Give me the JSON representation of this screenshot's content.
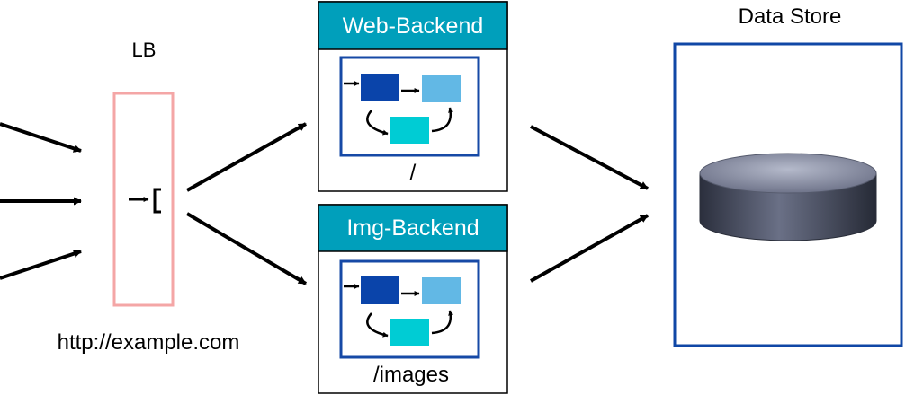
{
  "load_balancer": {
    "label": "LB",
    "url": "http://example.com",
    "border_color": "#f4a6a6"
  },
  "backends": [
    {
      "title": "Web-Backend",
      "path": "/"
    },
    {
      "title": "Img-Backend",
      "path": "/images"
    }
  ],
  "data_store": {
    "label": "Data Store"
  },
  "colors": {
    "header_bg": "#009fbb",
    "inner_border": "#1649a6",
    "block_dark": "#0a44aa",
    "block_light": "#62b8e5",
    "block_teal": "#00ccd4",
    "store_border": "#1047a6",
    "cylinder_body": "#4a4f63",
    "cylinder_top": "#8d93a8"
  }
}
